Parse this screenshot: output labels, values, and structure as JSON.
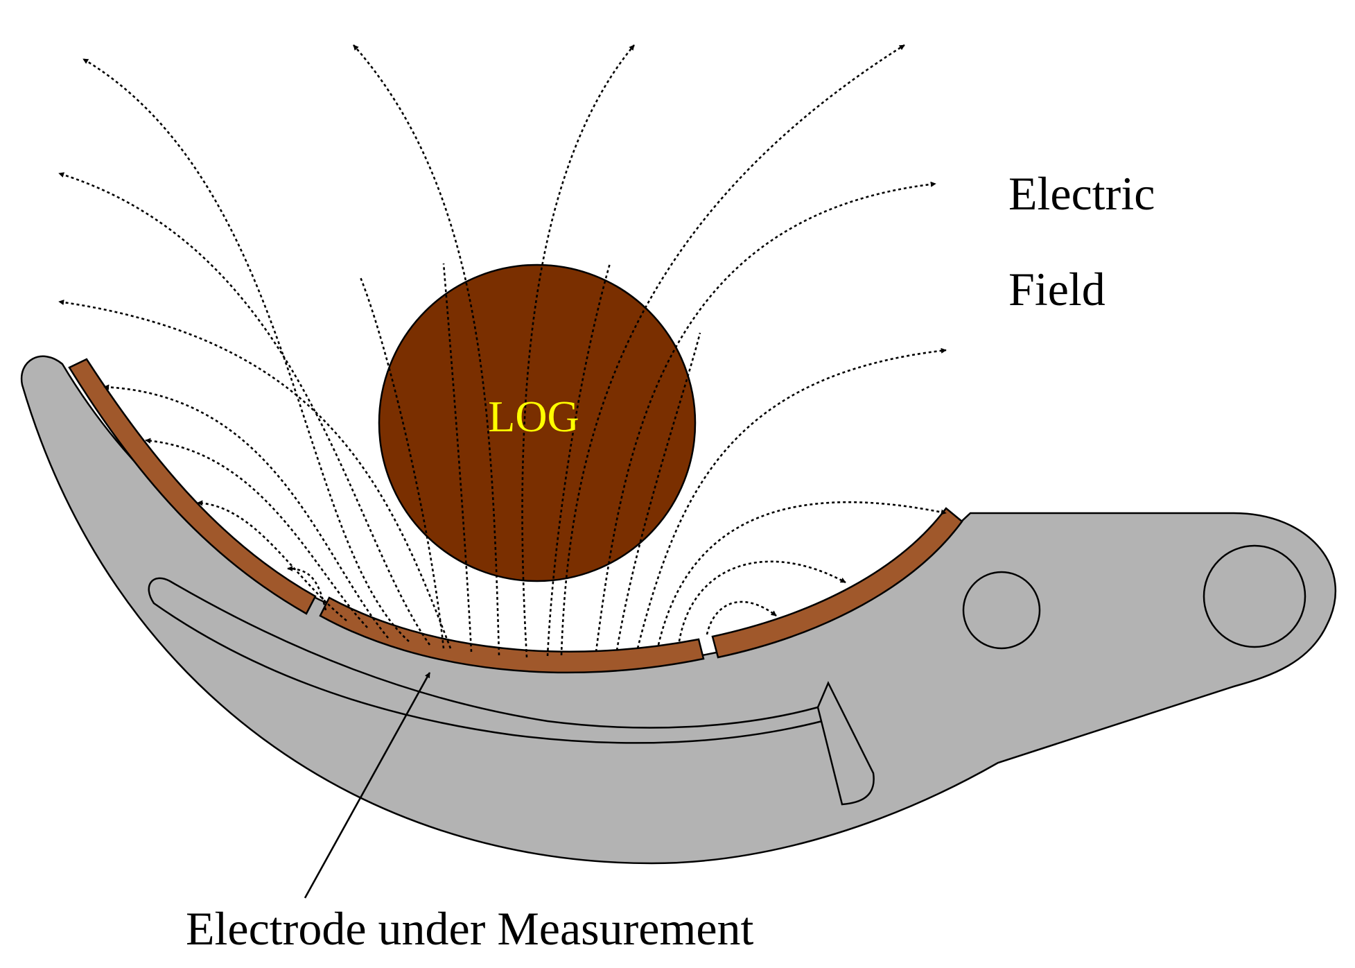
{
  "labels": {
    "log": "LOG",
    "field_line1": "Electric",
    "field_line2": "Field",
    "electrode": "Electrode under Measurement"
  },
  "colors": {
    "log_fill": "#7a2f00",
    "log_text": "#ffff00",
    "bracket_fill": "#b3b3b3",
    "electrode_fill": "#a0582b",
    "background": "#ffffff"
  },
  "icons": {
    "field_arrow": "arrowhead"
  }
}
